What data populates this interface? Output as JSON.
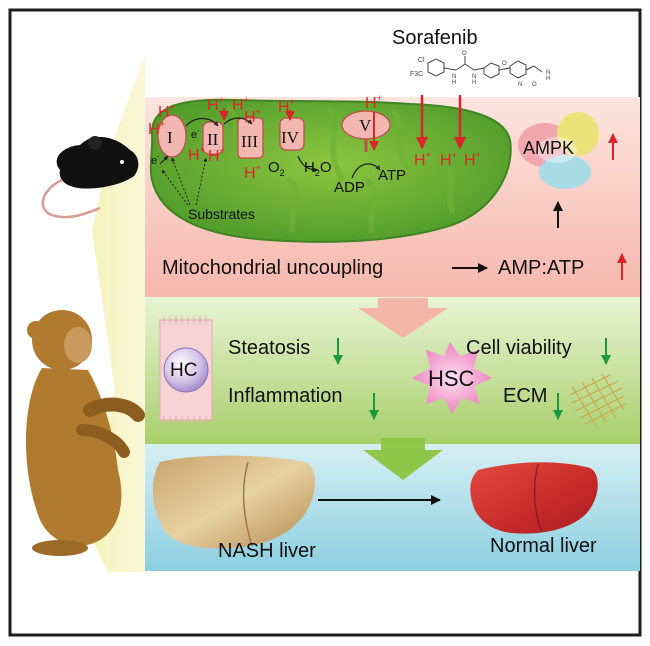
{
  "drug": {
    "name": "Sorafenib",
    "structure_labels": {
      "cl": "Cl",
      "cf3": "F3C",
      "n": "N",
      "h": "H",
      "o": "O"
    }
  },
  "mitochondrion": {
    "complexes": [
      "I",
      "II",
      "III",
      "IV",
      "V"
    ],
    "proton": "H",
    "proton_charge": "+",
    "electron": "e",
    "electron_charge": "-",
    "oxygen": "O",
    "oxygen_sub": "2",
    "water": "H",
    "water_sub": "2",
    "water_o": "O",
    "adp": "ADP",
    "atp": "ATP",
    "substrates": "Substrates"
  },
  "ampk": {
    "label": "AMPK"
  },
  "uncoupling": {
    "label": "Mitochondrial uncoupling",
    "ratio": "AMP:ATP"
  },
  "hepatocyte": {
    "label": "HC",
    "effects": [
      "Steatosis",
      "Inflammation"
    ]
  },
  "stellate": {
    "label": "HSC",
    "effects": [
      "Cell viability",
      "ECM"
    ]
  },
  "livers": {
    "before": "NASH liver",
    "after": "Normal liver"
  },
  "colors": {
    "up_arrow": "#d8262b",
    "down_arrow": "#1a9b3c",
    "proton": "#e0262a"
  }
}
